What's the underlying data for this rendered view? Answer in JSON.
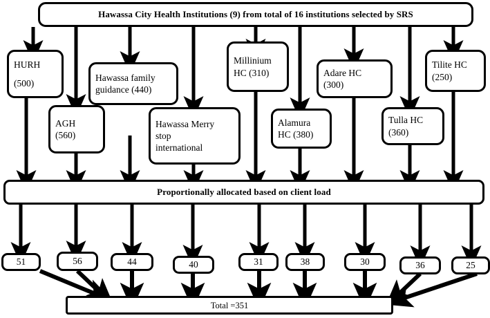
{
  "diagram": {
    "title_banner": {
      "text": "Hawassa City Health Institutions (9) from total of 16 institutions selected by SRS"
    },
    "allocation_banner": {
      "text": "Proportionally allocated based on client load"
    },
    "total_box": {
      "text": "Total =351"
    },
    "institutions": [
      {
        "id": "hurh",
        "name": "HURH",
        "clients": "(500)",
        "line1": "HURH",
        "line2": "(500)"
      },
      {
        "id": "agh",
        "name": "AGH",
        "clients": "(560)",
        "line1": "AGH",
        "line2": "(560)"
      },
      {
        "id": "family",
        "name": "Hawassa family guidance",
        "clients": "(440)",
        "line1": "Hawassa family",
        "line2": "guidance (440)"
      },
      {
        "id": "merry",
        "name": "Hawassa Merry stop international",
        "clients": "",
        "line1": "Hawassa Merry",
        "line2": "stop",
        "line3": "international"
      },
      {
        "id": "millinium",
        "name": "Millinium HC",
        "clients": "(310)",
        "line1": "Millinium",
        "line2": "HC (310)"
      },
      {
        "id": "alamura",
        "name": "Alamura HC",
        "clients": "(380)",
        "line1": "Alamura",
        "line2": "HC (380)"
      },
      {
        "id": "adare",
        "name": "Adare HC",
        "clients": "(300)",
        "line1": "Adare HC",
        "line2": "(300)"
      },
      {
        "id": "tulla",
        "name": "Tulla HC",
        "clients": "(360)",
        "line1": "Tulla HC",
        "line2": "(360)"
      },
      {
        "id": "tilite",
        "name": "Tilite HC",
        "clients": "(250)",
        "line1": "Tilite HC",
        "line2": "(250)"
      }
    ],
    "sample_sizes": [
      {
        "institution": "HURH",
        "value": "51"
      },
      {
        "institution": "AGH",
        "value": "56"
      },
      {
        "institution": "Hawassa family guidance",
        "value": "44"
      },
      {
        "institution": "Hawassa Merry stop international",
        "value": "40"
      },
      {
        "institution": "Millinium HC",
        "value": "31"
      },
      {
        "institution": "Alamura HC",
        "value": "38"
      },
      {
        "institution": "Adare HC",
        "value": "30"
      },
      {
        "institution": "Tulla HC",
        "value": "36"
      },
      {
        "institution": "Tilite HC",
        "value": "25"
      }
    ],
    "colors": {
      "stroke": "#000000",
      "fill": "#ffffff",
      "text": "#000000"
    }
  }
}
